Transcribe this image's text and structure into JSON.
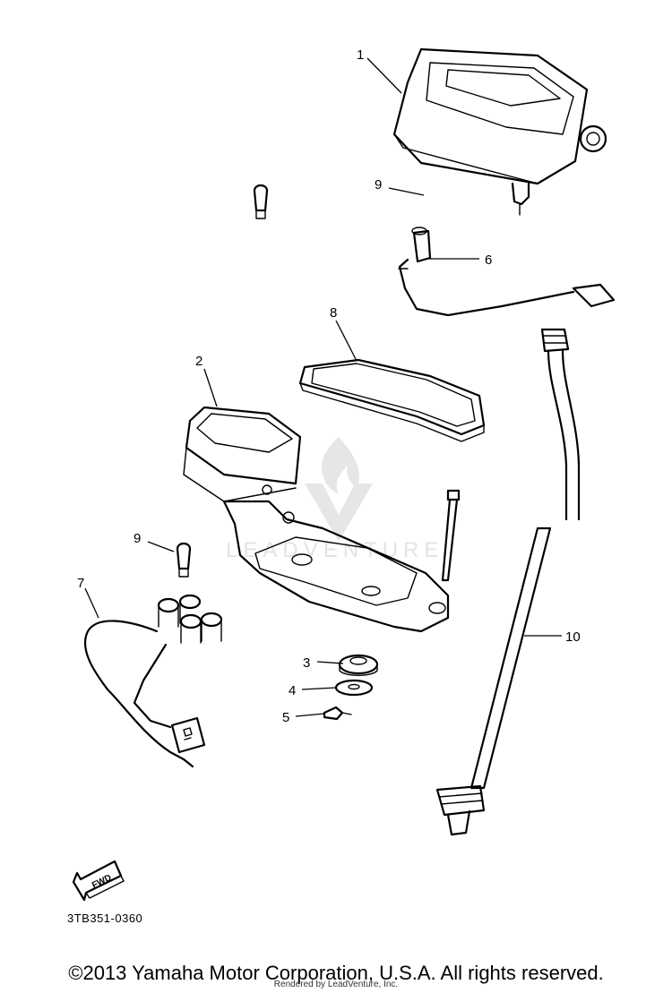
{
  "callouts": {
    "p1": "1",
    "p2": "2",
    "p3": "3",
    "p4": "4",
    "p5": "5",
    "p6": "6",
    "p7": "7",
    "p8": "8",
    "p9a": "9",
    "p9b": "9",
    "p10": "10"
  },
  "arrow_label": "FWD",
  "diagram_code": "3TB351-0360",
  "copyright": "©2013 Yamaha Motor Corporation, U.S.A. All rights reserved.",
  "render_credit": "Rendered by LeadVenture, Inc.",
  "watermark_text": "LEADVENTURE"
}
